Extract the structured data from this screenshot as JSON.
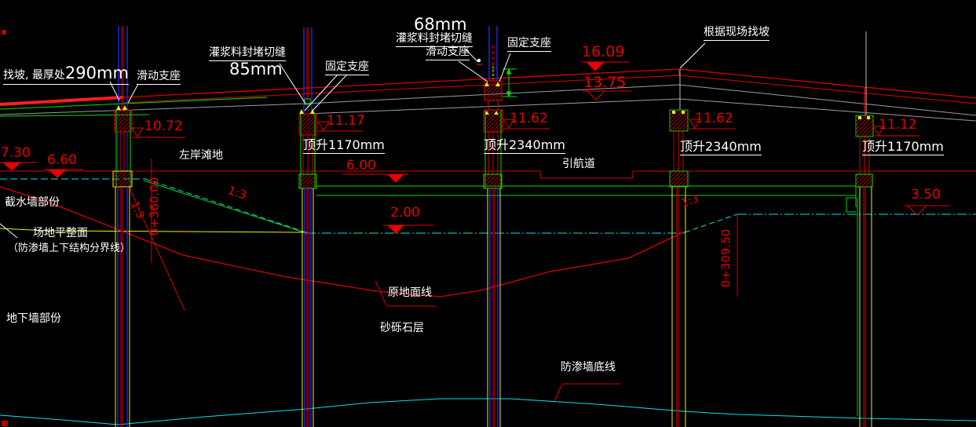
{
  "drawing": {
    "background": "#000000",
    "colors": {
      "line_red": "#d90000",
      "highlight_red": "#ff2020",
      "annotation_white": "#ffffff",
      "green": "#00dd00",
      "cyan": "#00e5e5",
      "yellow": "#f0f000",
      "blue": "#2424ff",
      "gray": "#9c9c9c"
    },
    "notes": {
      "slope_note_prefix": "找坡, 最厚处",
      "slope_note_value": "290mm",
      "slide_bearing_pier1": "滑动支座",
      "grout_seal_pier2": "灌浆料封堵切缝",
      "grout_seal_pier2_value": "85mm",
      "fixed_bearing_pier2": "固定支座",
      "joint_width_pier3": "68mm",
      "grout_seal_pier3": "灌浆料封堵切缝",
      "slide_bearing_pier3": "滑动支座",
      "fixed_bearing_pier3": "固定支座",
      "site_slope_note": "根据现场找坡",
      "left_bank": "左岸滩地",
      "navigation_channel": "引航道",
      "cutoff_wall_part": "截水墙部份",
      "platform_line": "场地平整面",
      "platform_line_note": "（防渗墙上下结构分界线）",
      "original_ground_line": "原地面线",
      "sand_gravel_layer": "砂砾石层",
      "underground_wall_part": "地下墙部份",
      "seepage_wall_bottom_line": "防渗墙底线"
    },
    "elevations": {
      "deck_high": "16.09",
      "deck_mid": "13.75",
      "pier1_cap": "10.72",
      "pier2_cap": "11.17",
      "pier3_cap": "11.62",
      "pier4_cap": "11.62",
      "pier5_cap": "11.12",
      "left_bank_top": "7.30",
      "left_bank_ground": "6.60",
      "slab_top": "6.00",
      "channel_bottom": "2.00",
      "right_ground": "3.50"
    },
    "jacking": {
      "pier2": "顶升1170mm",
      "pier3": "顶升2340mm",
      "pier4": "顶升2340mm",
      "pier5": "顶升1170mm"
    },
    "slopes": {
      "pier1_slope": "1:3",
      "bank_slope": "1:3",
      "pier4_slope": "1:3"
    },
    "stations": {
      "left": "0+360.00",
      "right": "0+309.50"
    }
  }
}
